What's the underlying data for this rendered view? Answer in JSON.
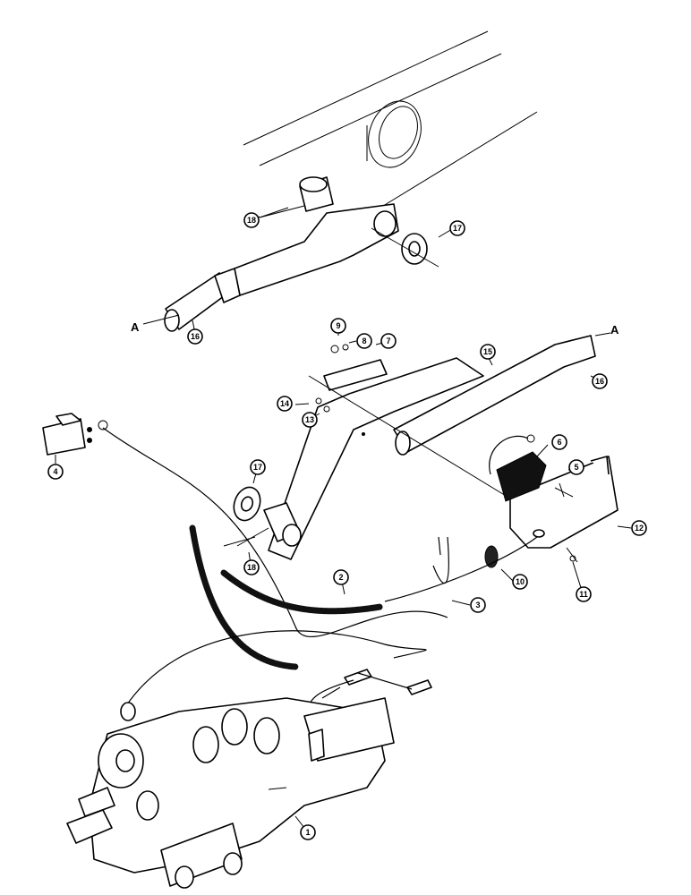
{
  "section_letters": {
    "left": "A",
    "right": "A"
  },
  "callouts": [
    {
      "id": "c1",
      "label": "1"
    },
    {
      "id": "c2",
      "label": "2"
    },
    {
      "id": "c3",
      "label": "3"
    },
    {
      "id": "c4",
      "label": "4"
    },
    {
      "id": "c5",
      "label": "5"
    },
    {
      "id": "c6",
      "label": "6"
    },
    {
      "id": "c7",
      "label": "7"
    },
    {
      "id": "c8",
      "label": "8"
    },
    {
      "id": "c9",
      "label": "9"
    },
    {
      "id": "c10",
      "label": "10"
    },
    {
      "id": "c11",
      "label": "11"
    },
    {
      "id": "c12",
      "label": "12"
    },
    {
      "id": "c13",
      "label": "13"
    },
    {
      "id": "c14",
      "label": "14"
    },
    {
      "id": "c15",
      "label": "15"
    },
    {
      "id": "c16a",
      "label": "16"
    },
    {
      "id": "c16b",
      "label": "16"
    },
    {
      "id": "c17a",
      "label": "17"
    },
    {
      "id": "c17b",
      "label": "17"
    },
    {
      "id": "c18a",
      "label": "18"
    },
    {
      "id": "c18b",
      "label": "18"
    }
  ]
}
